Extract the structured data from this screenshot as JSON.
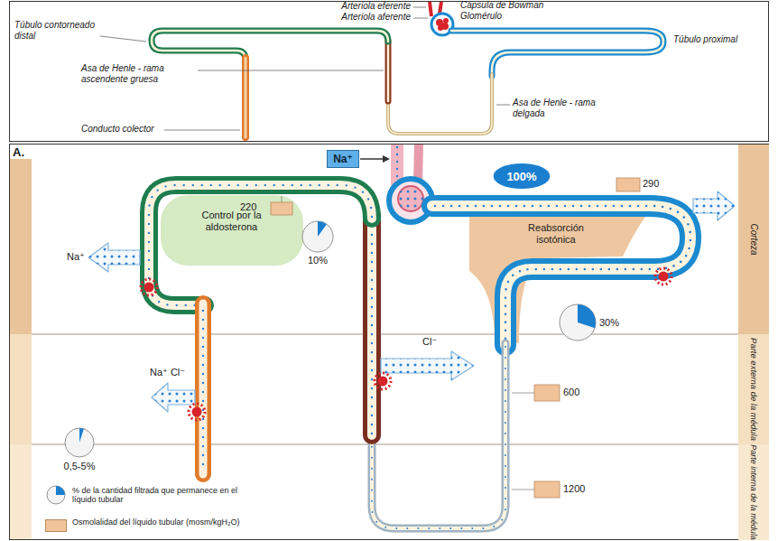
{
  "diagram": {
    "nodes": [
      {
        "text": [
          "Na⁺"
        ]
      },
      {
        "text": [
          "100%"
        ]
      },
      {
        "text": [
          "Corteza"
        ]
      },
      {
        "text": [
          "Parte externa de la médula"
        ]
      },
      {
        "text": [
          "Parte interna de la médula"
        ]
      }
    ],
    "labels": [
      "Arteriola eferente",
      "Arteriola aferente",
      "Cápsula de Bowman",
      "Glomérulo",
      "Túbulo contorneado distal",
      "Túbulo proximal",
      "Asa de Henle - rama ascendente gruesa",
      "Conducto colector",
      "Asa de Henle - rama delgada",
      "A.",
      "220",
      "290",
      "Control por la aldosterona",
      "10%",
      "Reabsorción isotónica",
      "Na⁺",
      "30%",
      "Cl⁻",
      "600",
      "Na⁺ Cl⁻",
      "0,5-5%",
      "1200"
    ],
    "legend": [
      {
        "text": "% de la cantidad filtrada que permanece en el líquido tubular"
      },
      {
        "text": "Osmolalidad del líquido tubular (mosm/kgH₂O)",
        "color": "#f0c39a"
      }
    ]
  }
}
